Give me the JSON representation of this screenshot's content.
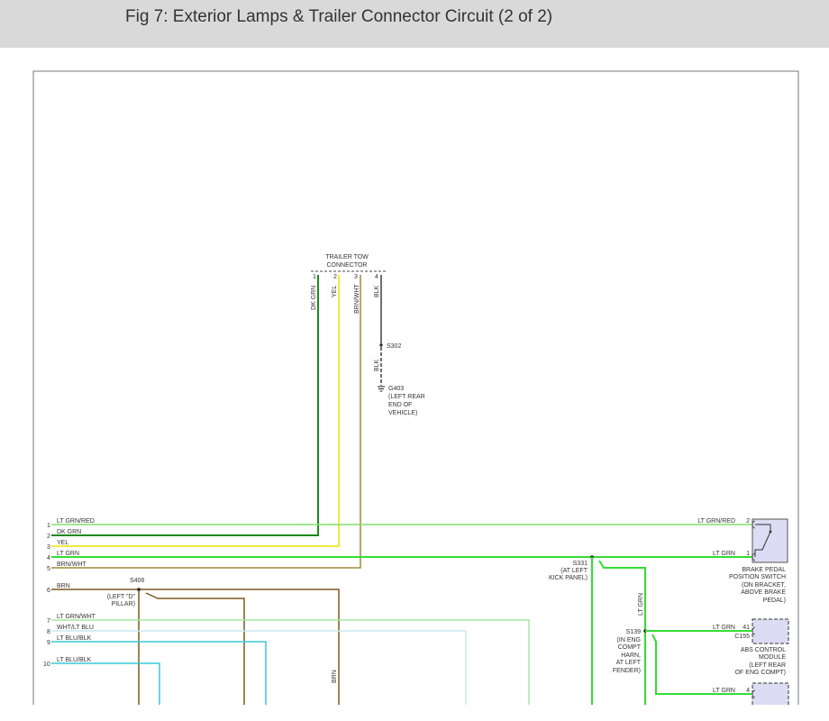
{
  "header": {
    "title": "Fig 7: Exterior Lamps & Trailer Connector Circuit (2 of 2)"
  },
  "colors": {
    "lt_grn_red": "#7ee06a",
    "dk_grn": "#1b8a1b",
    "yel": "#f0ea3a",
    "lt_grn": "#33dd33",
    "brn_wht": "#a08a3a",
    "brn": "#7a5a1e",
    "lt_grn_wht": "#a6e8a0",
    "wht_lt_blu": "#c8e8f0",
    "lt_blu_blk": "#38c8d8",
    "blk": "#222222",
    "module_fill": "#dcdcf4"
  },
  "connector": {
    "title_line1": "TRAILER TOW",
    "title_line2": "CONNECTOR",
    "pins": [
      {
        "num": "1",
        "label": "DK GRN"
      },
      {
        "num": "2",
        "label": "YEL"
      },
      {
        "num": "3",
        "label": "BRN/WHT"
      },
      {
        "num": "4",
        "label": "BLK"
      }
    ]
  },
  "ground": {
    "splice": "S302",
    "wire_label": "BLK",
    "id": "G403",
    "desc": [
      "(LEFT REAR",
      "END OF",
      "VEHICLE)"
    ]
  },
  "wires": [
    {
      "num": "1",
      "label": "LT GRN/RED"
    },
    {
      "num": "2",
      "label": "DK GRN"
    },
    {
      "num": "3",
      "label": "YEL"
    },
    {
      "num": "4",
      "label": "LT GRN"
    },
    {
      "num": "5",
      "label": "BRN/WHT"
    },
    {
      "num": "6",
      "label": "BRN"
    },
    {
      "num": "7",
      "label": "LT GRN/WHT"
    },
    {
      "num": "8",
      "label": "WHT/LT BLU"
    },
    {
      "num": "9",
      "label": "LT BLU/BLK"
    },
    {
      "num": "10",
      "label": "LT BLU/BLK"
    }
  ],
  "s406": {
    "id": "S406",
    "desc": [
      "(LEFT \"D\"",
      "PILLAR)"
    ]
  },
  "brn_vertical_label": "BRN",
  "s331": {
    "id": "S331",
    "desc": [
      "(AT LEFT",
      "KICK PANEL)"
    ]
  },
  "lt_grn_vertical_label": "LT GRN",
  "s139": {
    "id": "S139",
    "desc": [
      "(IN ENG",
      "COMPT",
      "HARN,",
      "AT LEFT",
      "FENDER)"
    ]
  },
  "brake_switch": {
    "wire_top_label": "LT GRN/RED",
    "pin_top": "2",
    "wire_bottom_label": "LT GRN",
    "pin_bottom": "1",
    "desc": [
      "BRAKE PEDAL",
      "POSITION SWITCH",
      "(ON BRACKET,",
      "ABOVE BRAKE",
      "PEDAL)"
    ]
  },
  "abs_module": {
    "wire_label": "LT GRN",
    "pin": "41",
    "connector": "C155",
    "desc": [
      "ABS CONTROL",
      "MODULE",
      "(LEFT REAR",
      "OF ENG COMPT)"
    ]
  },
  "bottom_module": {
    "wire_label": "LT GRN",
    "pin": "4"
  }
}
